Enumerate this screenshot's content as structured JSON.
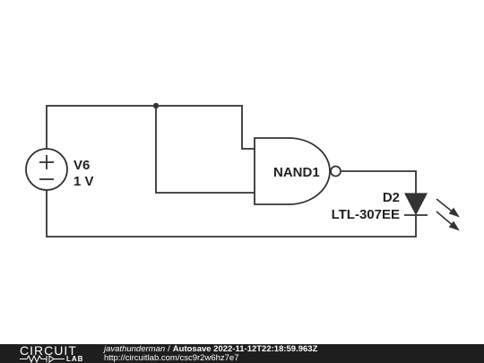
{
  "schematic": {
    "source": {
      "name": "V6",
      "value": "1 V"
    },
    "gate": {
      "name": "NAND1"
    },
    "led": {
      "name": "D2",
      "part": "LTL-307EE"
    }
  },
  "footer": {
    "logo_top": "CIRCUIT",
    "logo_bottom": "LAB",
    "user": "javathunderman",
    "separator": "/",
    "status": "Autosave 2022-11-12T22:18:59.963Z",
    "url": "http://circuitlab.com/csc9r2w6hz7e7"
  },
  "colors": {
    "wire": "#333333",
    "background": "#ffffff",
    "footer_bg": "#1e1e1e",
    "footer_text": "#ffffff"
  }
}
